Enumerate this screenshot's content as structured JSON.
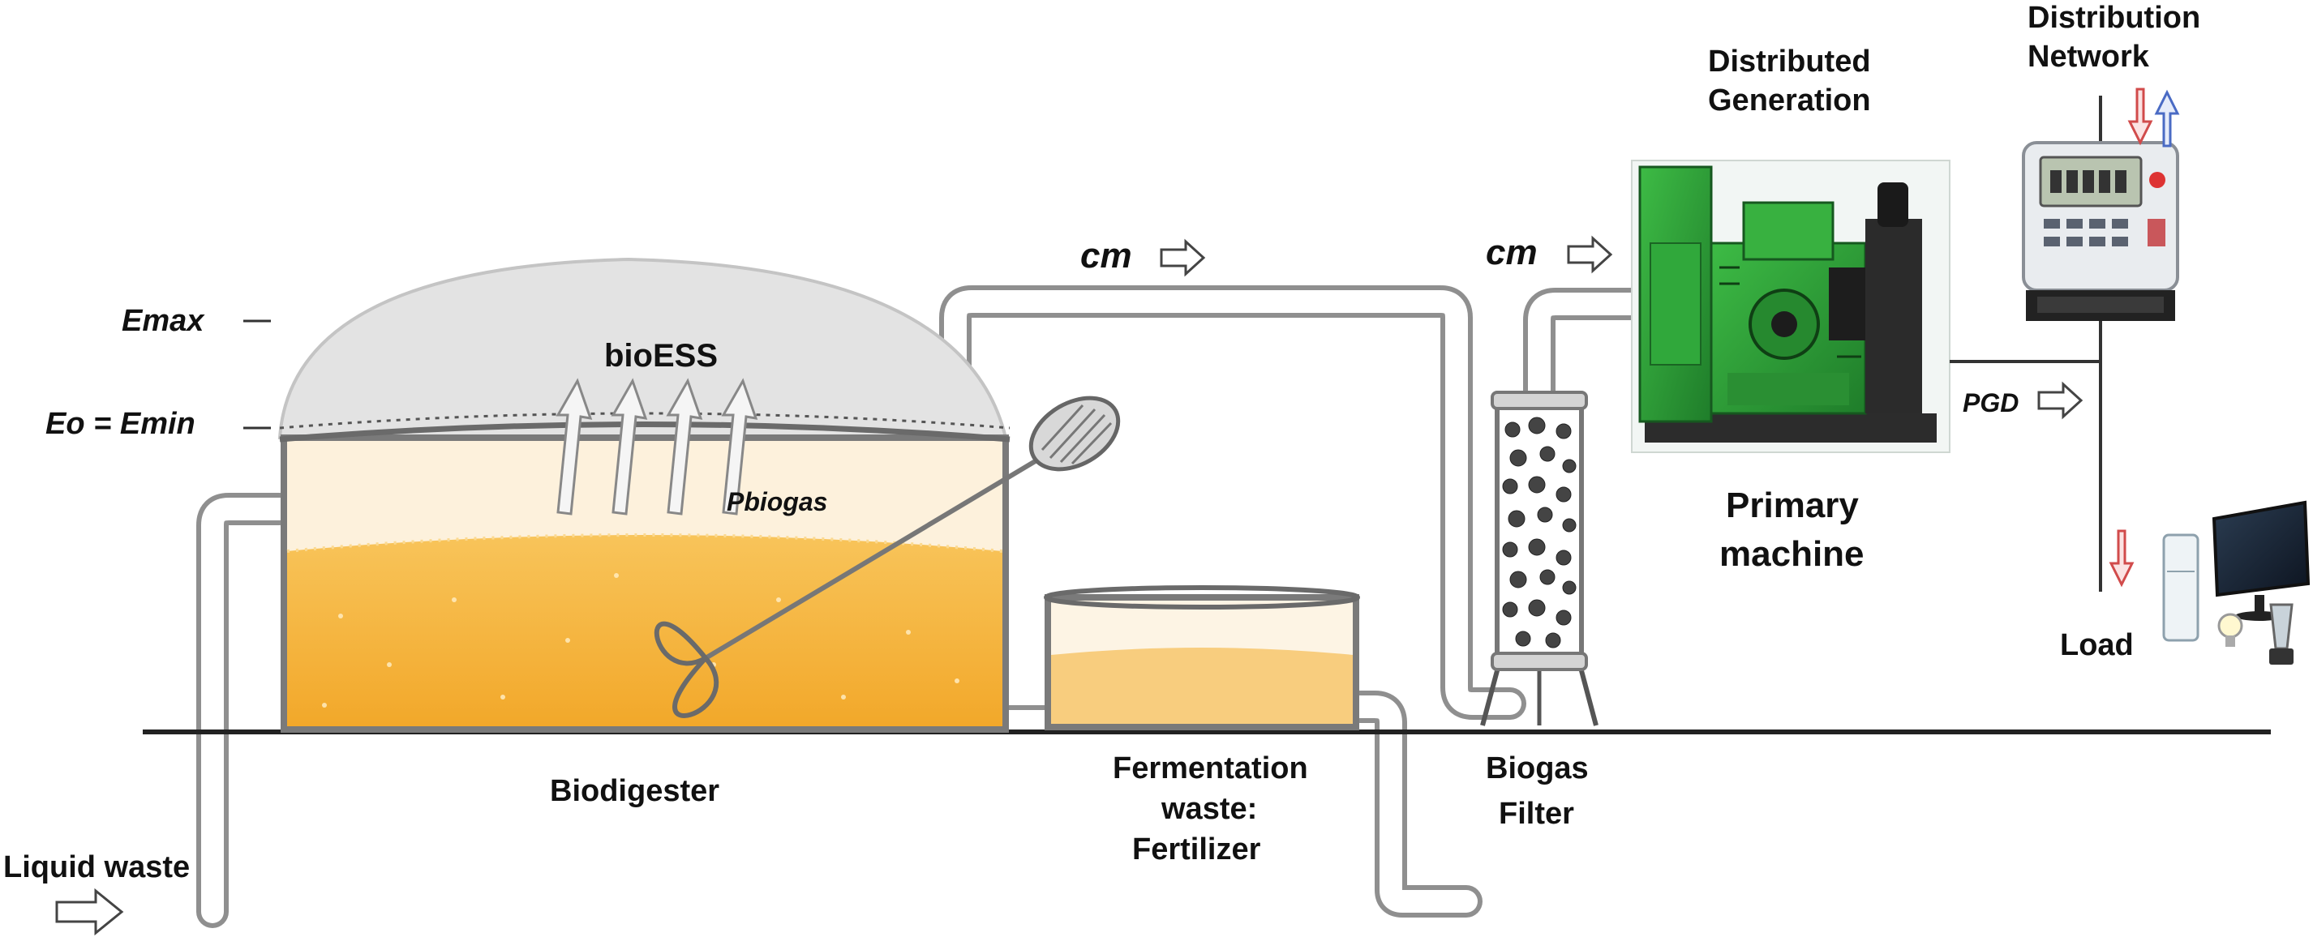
{
  "energy_levels": {
    "e_max": "Emax",
    "e0_emin": "Eo = Emin"
  },
  "storage": {
    "bioess": "bioESS",
    "p_biogas": "Pbiogas"
  },
  "flows": {
    "cm_top": "cm",
    "cm_filter": "cm",
    "p_gd": "PGD"
  },
  "components": {
    "biodigester": "Biodigester",
    "fermentation_line1": "Fermentation",
    "fermentation_line2": "waste:",
    "fermentation_line3": "Fertilizer",
    "filter_line1": "Biogas",
    "filter_line2": "Filter",
    "dg_line1": "Distributed",
    "dg_line2": "Generation",
    "pm_line1": "Primary",
    "pm_line2": "machine",
    "network_line1": "Distribution",
    "network_line2": "Network",
    "load": "Load",
    "liquid_waste": "Liquid waste"
  },
  "colors": {
    "slurry": "#f6b93b",
    "slurry_light": "#fbe5b8",
    "dome": "#e2e2e2",
    "generator": "#2fa33a",
    "arrow_down": "#e05a5a",
    "arrow_up": "#5a78c8"
  },
  "icons": [
    "right-arrow-icon",
    "down-arrow-icon",
    "up-arrow-icon",
    "mixer-icon",
    "meter-icon",
    "monitor-icon"
  ]
}
